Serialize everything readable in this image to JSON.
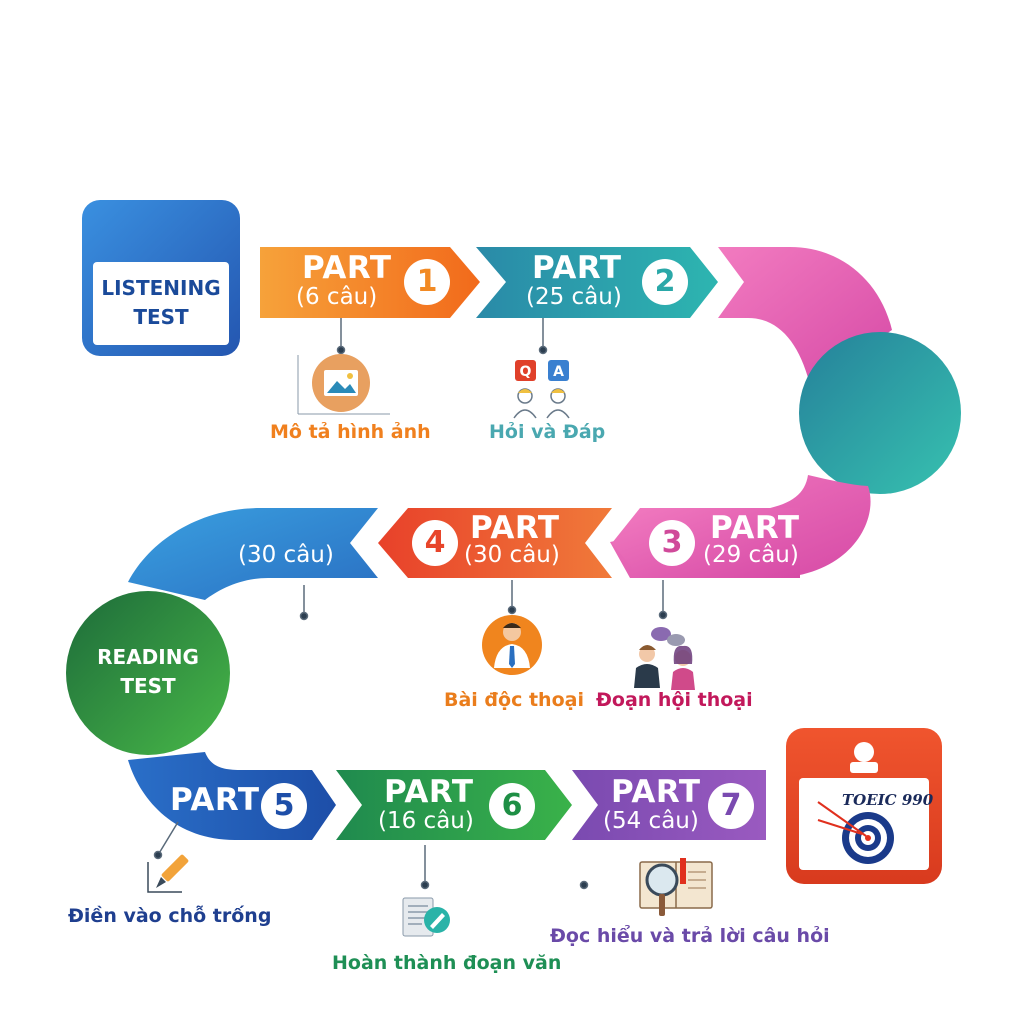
{
  "listening": {
    "line1": "LISTENING",
    "line2": "TEST"
  },
  "reading": {
    "line1": "READING",
    "line2": "TEST"
  },
  "parts": [
    {
      "word": "PART",
      "number": "1",
      "count": "(6 câu)",
      "label": "Mô tả hình ảnh",
      "label_color": "#f0801e"
    },
    {
      "word": "PART",
      "number": "2",
      "count": "(25 câu)",
      "label": "Hỏi và Đáp",
      "label_color": "#4aa8b0"
    },
    {
      "word": "PART",
      "number": "3",
      "count": "(29 câu)",
      "label": "Đoạn hội thoại",
      "label_color": "#c2185b"
    },
    {
      "word": "PART",
      "number": "4",
      "count": "(30 câu)",
      "label": "Bài độc thoại",
      "label_color": "#ea7d1c"
    },
    {
      "word": "PART",
      "number": "5",
      "label": "Điền vào chỗ trống",
      "label_color": "#1f3f8f"
    },
    {
      "word": "PART",
      "number": "6",
      "count": "(16 câu)",
      "label": "Hoàn thành đoạn văn",
      "label_color": "#1e8f55"
    },
    {
      "word": "PART",
      "number": "7",
      "count": "(54 câu)",
      "label": "Đọc hiểu và trả lời câu hỏi",
      "label_color": "#6a4aa8"
    }
  ],
  "part5_count": "(30 câu)",
  "icons": {
    "qa_q": "Q",
    "qa_a": "A"
  },
  "toeic_badge": {
    "text": "TOEIC 990"
  }
}
